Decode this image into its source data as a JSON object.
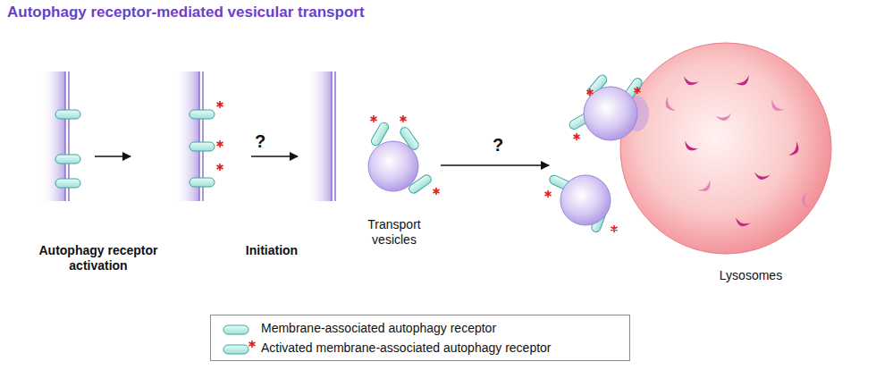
{
  "diagram": {
    "title": "Autophagy receptor-mediated vesicular transport",
    "labels": [
      "?",
      "Autophagy receptor activation",
      "Initiation",
      "Transport vesicles",
      "?",
      "Lysosomes"
    ],
    "legend": [
      {
        "text": "Membrane-associated autophagy receptor"
      },
      {
        "text": "Activated membrane-associated autophagy receptor"
      }
    ]
  }
}
